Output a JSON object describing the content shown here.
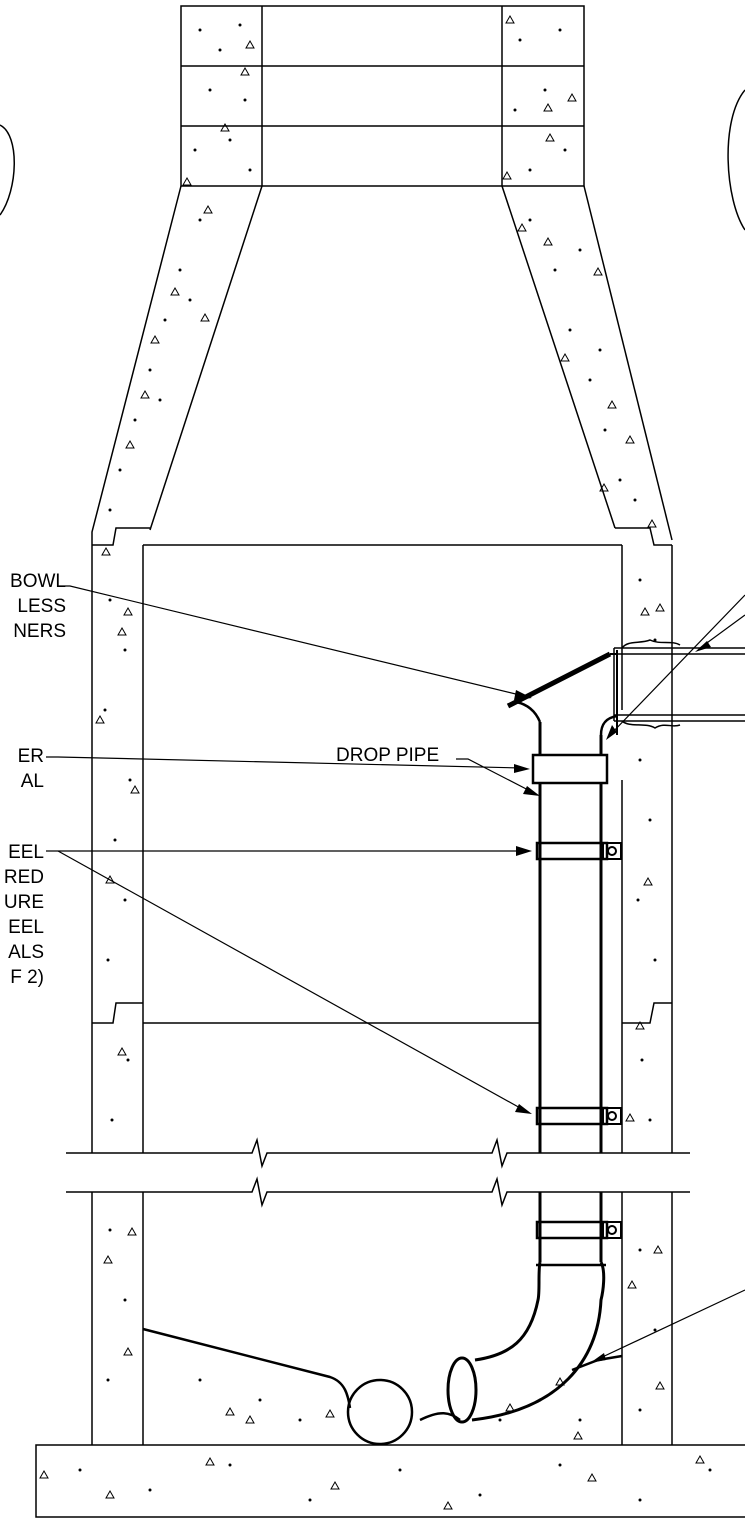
{
  "labels": {
    "bowl": [
      "BOWL",
      "LESS",
      "NERS"
    ],
    "coupling": [
      "ER",
      "AL"
    ],
    "straps": [
      "EEL",
      "RED",
      "URE",
      "EEL",
      "ALS",
      "F 2)"
    ],
    "drop_pipe": "DROP PIPE"
  },
  "colors": {
    "line": "#000000",
    "background": "#ffffff"
  }
}
